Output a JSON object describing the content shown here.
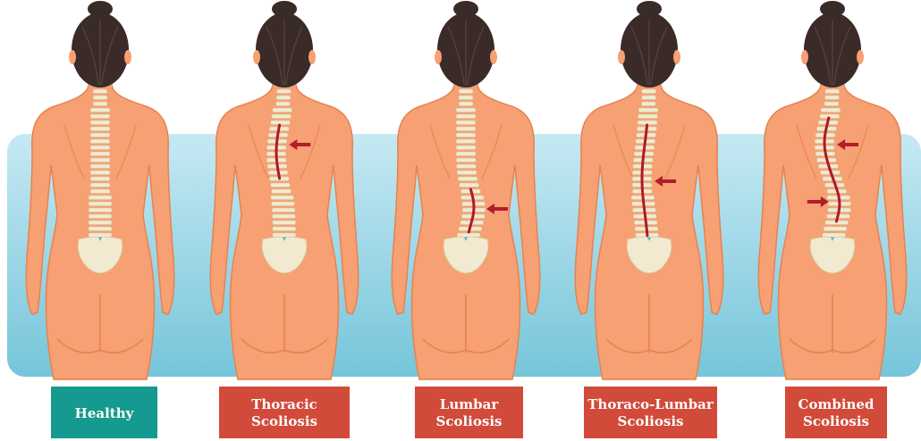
{
  "colors": {
    "healthy": "#149a8e",
    "scoliosis": "#d24a3a",
    "skin": "#f6a073",
    "skin_shadow": "#e5834f",
    "hair": "#3a2a28",
    "bone": "#f2ead0",
    "curve": "#b0182a",
    "arrow": "#b21d2b",
    "band_top": "#bfe6f1",
    "band_bottom": "#78c7dc"
  },
  "figures": [
    {
      "id": "healthy",
      "label_lines": [
        "Healthy"
      ],
      "kind": "healthy",
      "curve": "none",
      "arrows": []
    },
    {
      "id": "thoracic",
      "label_lines": [
        "Thoracic",
        "Scoliosis"
      ],
      "kind": "scoliosis",
      "curve": "thoracic",
      "arrows": [
        "right-upper"
      ]
    },
    {
      "id": "lumbar",
      "label_lines": [
        "Lumbar",
        "Scoliosis"
      ],
      "kind": "scoliosis",
      "curve": "lumbar",
      "arrows": [
        "right-lower"
      ]
    },
    {
      "id": "thoraco-lumbar",
      "label_lines": [
        "Thoraco-Lumbar",
        "Scoliosis"
      ],
      "kind": "scoliosis",
      "curve": "thoraco-lumbar",
      "arrows": [
        "right-middle"
      ]
    },
    {
      "id": "combined",
      "label_lines": [
        "Combined",
        "Scoliosis"
      ],
      "kind": "scoliosis",
      "curve": "combined",
      "arrows": [
        "right-upper",
        "left-lower"
      ]
    }
  ]
}
